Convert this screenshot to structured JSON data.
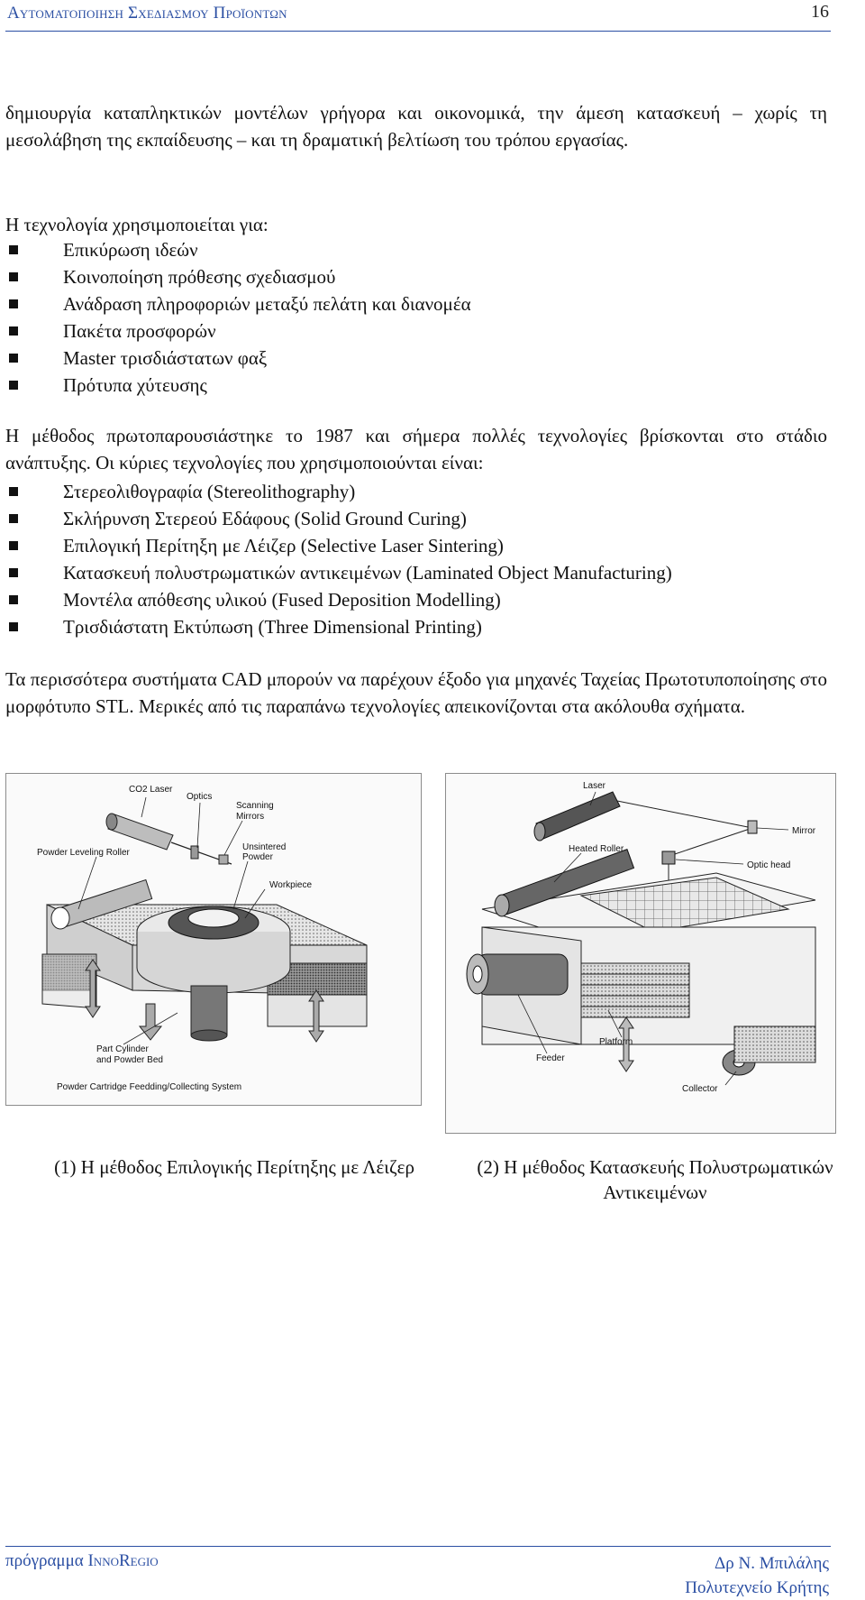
{
  "header": {
    "title": "Αυτοματοποιηση Σχεδιασμου Προϊοντων",
    "page_number": "16"
  },
  "intro_paragraph": "δημιουργία καταπληκτικών μοντέλων γρήγορα και οικονομικά, την άμεση κατασκευή – χωρίς τη μεσολάβηση της εκπαίδευσης – και τη δραματική βελτίωση του τρόπου εργασίας.",
  "uses_lead": "Η τεχνολογία χρησιμοποιείται για:",
  "uses": [
    "Επικύρωση ιδεών",
    "Κοινοποίηση πρόθεσης σχεδιασμού",
    "Ανάδραση πληροφοριών μεταξύ πελάτη και διανομέα",
    "Πακέτα προσφορών",
    "Master τρισδιάστατων φαξ",
    "Πρότυπα χύτευσης"
  ],
  "method_paragraph": "Η μέθοδος πρωτοπαρουσιάστηκε το 1987 και σήμερα πολλές τεχνολογίες βρίσκονται στο στάδιο ανάπτυξης. Οι κύριες τεχνολογίες που χρησιμοποιούνται είναι:",
  "technologies": [
    "Στερεολιθογραφία (Stereolithography)",
    "Σκλήρυνση Στερεού Εδάφους (Solid Ground Curing)",
    "Επιλογική Περίτηξη με Λέιζερ (Selective Laser Sintering)",
    "Κατασκευή πολυστρωματικών αντικειμένων (Laminated Object Manufacturing)",
    "Μοντέλα απόθεσης υλικού (Fused Deposition Modelling)",
    "Τρισδιάστατη Εκτύπωση (Three Dimensional Printing)"
  ],
  "cad_paragraph": "Τα περισσότερα συστήματα CAD μπορούν να παρέχουν έξοδο για μηχανές Ταχείας Πρωτοτυποποίησης στο μορφότυπο STL. Μερικές από τις παραπάνω τεχνολογίες απεικονίζονται στα ακόλουθα σχήματα.",
  "figure1": {
    "labels": {
      "co2_laser": "CO2 Laser",
      "optics": "Optics",
      "scanning_mirrors_1": "Scanning",
      "scanning_mirrors_2": "Mirrors",
      "powder_leveling_roller": "Powder Leveling Roller",
      "unsintered_1": "Unsintered",
      "unsintered_2": "Powder",
      "workpiece": "Workpiece",
      "part_cylinder_1": "Part Cylinder",
      "part_cylinder_2": "and Powder Bed",
      "cartridge": "Powder Cartridge Feedding/Collecting System"
    },
    "caption": "(1) Η μέθοδος Επιλογικής Περίτηξης με Λέιζερ"
  },
  "figure2": {
    "labels": {
      "laser": "Laser",
      "mirror": "Mirror",
      "heated_roller": "Heated Roller",
      "optic_head": "Optic head",
      "platform": "Platform",
      "feeder": "Feeder",
      "collector": "Collector"
    },
    "caption": "(2) Η μέθοδος Κατασκευής Πολυστρωματικών Αντικειμένων"
  },
  "footer": {
    "program_prefix": "πρόγραμμα ",
    "program_name": "InnoRegio",
    "author": "Δρ Ν. Μπιλάλης",
    "institution": "Πολυτεχνείο Κρήτης"
  }
}
